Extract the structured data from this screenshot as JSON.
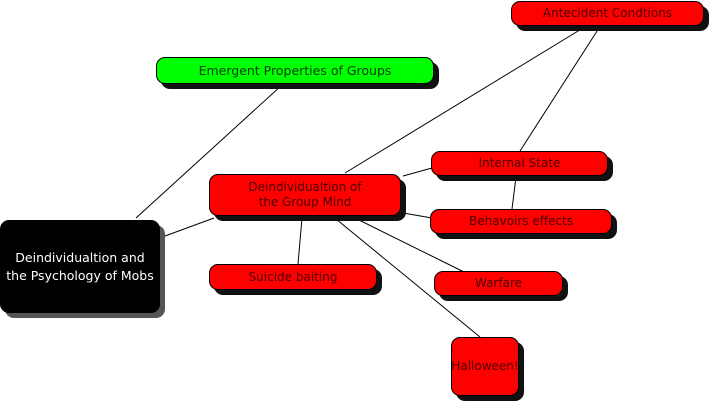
{
  "diagram": {
    "type": "concept-map",
    "nodes": [
      {
        "id": "root",
        "label": "Deindividualtion and\nthe Psychology of Mobs",
        "color": "#000000"
      },
      {
        "id": "emergent",
        "label": "Emergent Properties of Groups",
        "color": "#00ff00"
      },
      {
        "id": "group_mind",
        "label": "Deindividualtion of\nthe Group Mind",
        "color": "#ff0000"
      },
      {
        "id": "antecedent",
        "label": "Antecident Condtions",
        "color": "#ff0000"
      },
      {
        "id": "internal",
        "label": "Internal State",
        "color": "#ff0000"
      },
      {
        "id": "behaviors",
        "label": "Behavoirs effects",
        "color": "#ff0000"
      },
      {
        "id": "suicide",
        "label": "Suicide baiting",
        "color": "#ff0000"
      },
      {
        "id": "warfare",
        "label": "Warfare",
        "color": "#ff0000"
      },
      {
        "id": "halloween",
        "label": "Halloween!",
        "color": "#ff0000"
      }
    ],
    "edges": [
      [
        "root",
        "emergent"
      ],
      [
        "root",
        "group_mind"
      ],
      [
        "group_mind",
        "antecedent"
      ],
      [
        "group_mind",
        "internal"
      ],
      [
        "group_mind",
        "behaviors"
      ],
      [
        "group_mind",
        "suicide"
      ],
      [
        "group_mind",
        "warfare"
      ],
      [
        "group_mind",
        "halloween"
      ],
      [
        "antecedent",
        "internal"
      ],
      [
        "internal",
        "behaviors"
      ]
    ]
  }
}
